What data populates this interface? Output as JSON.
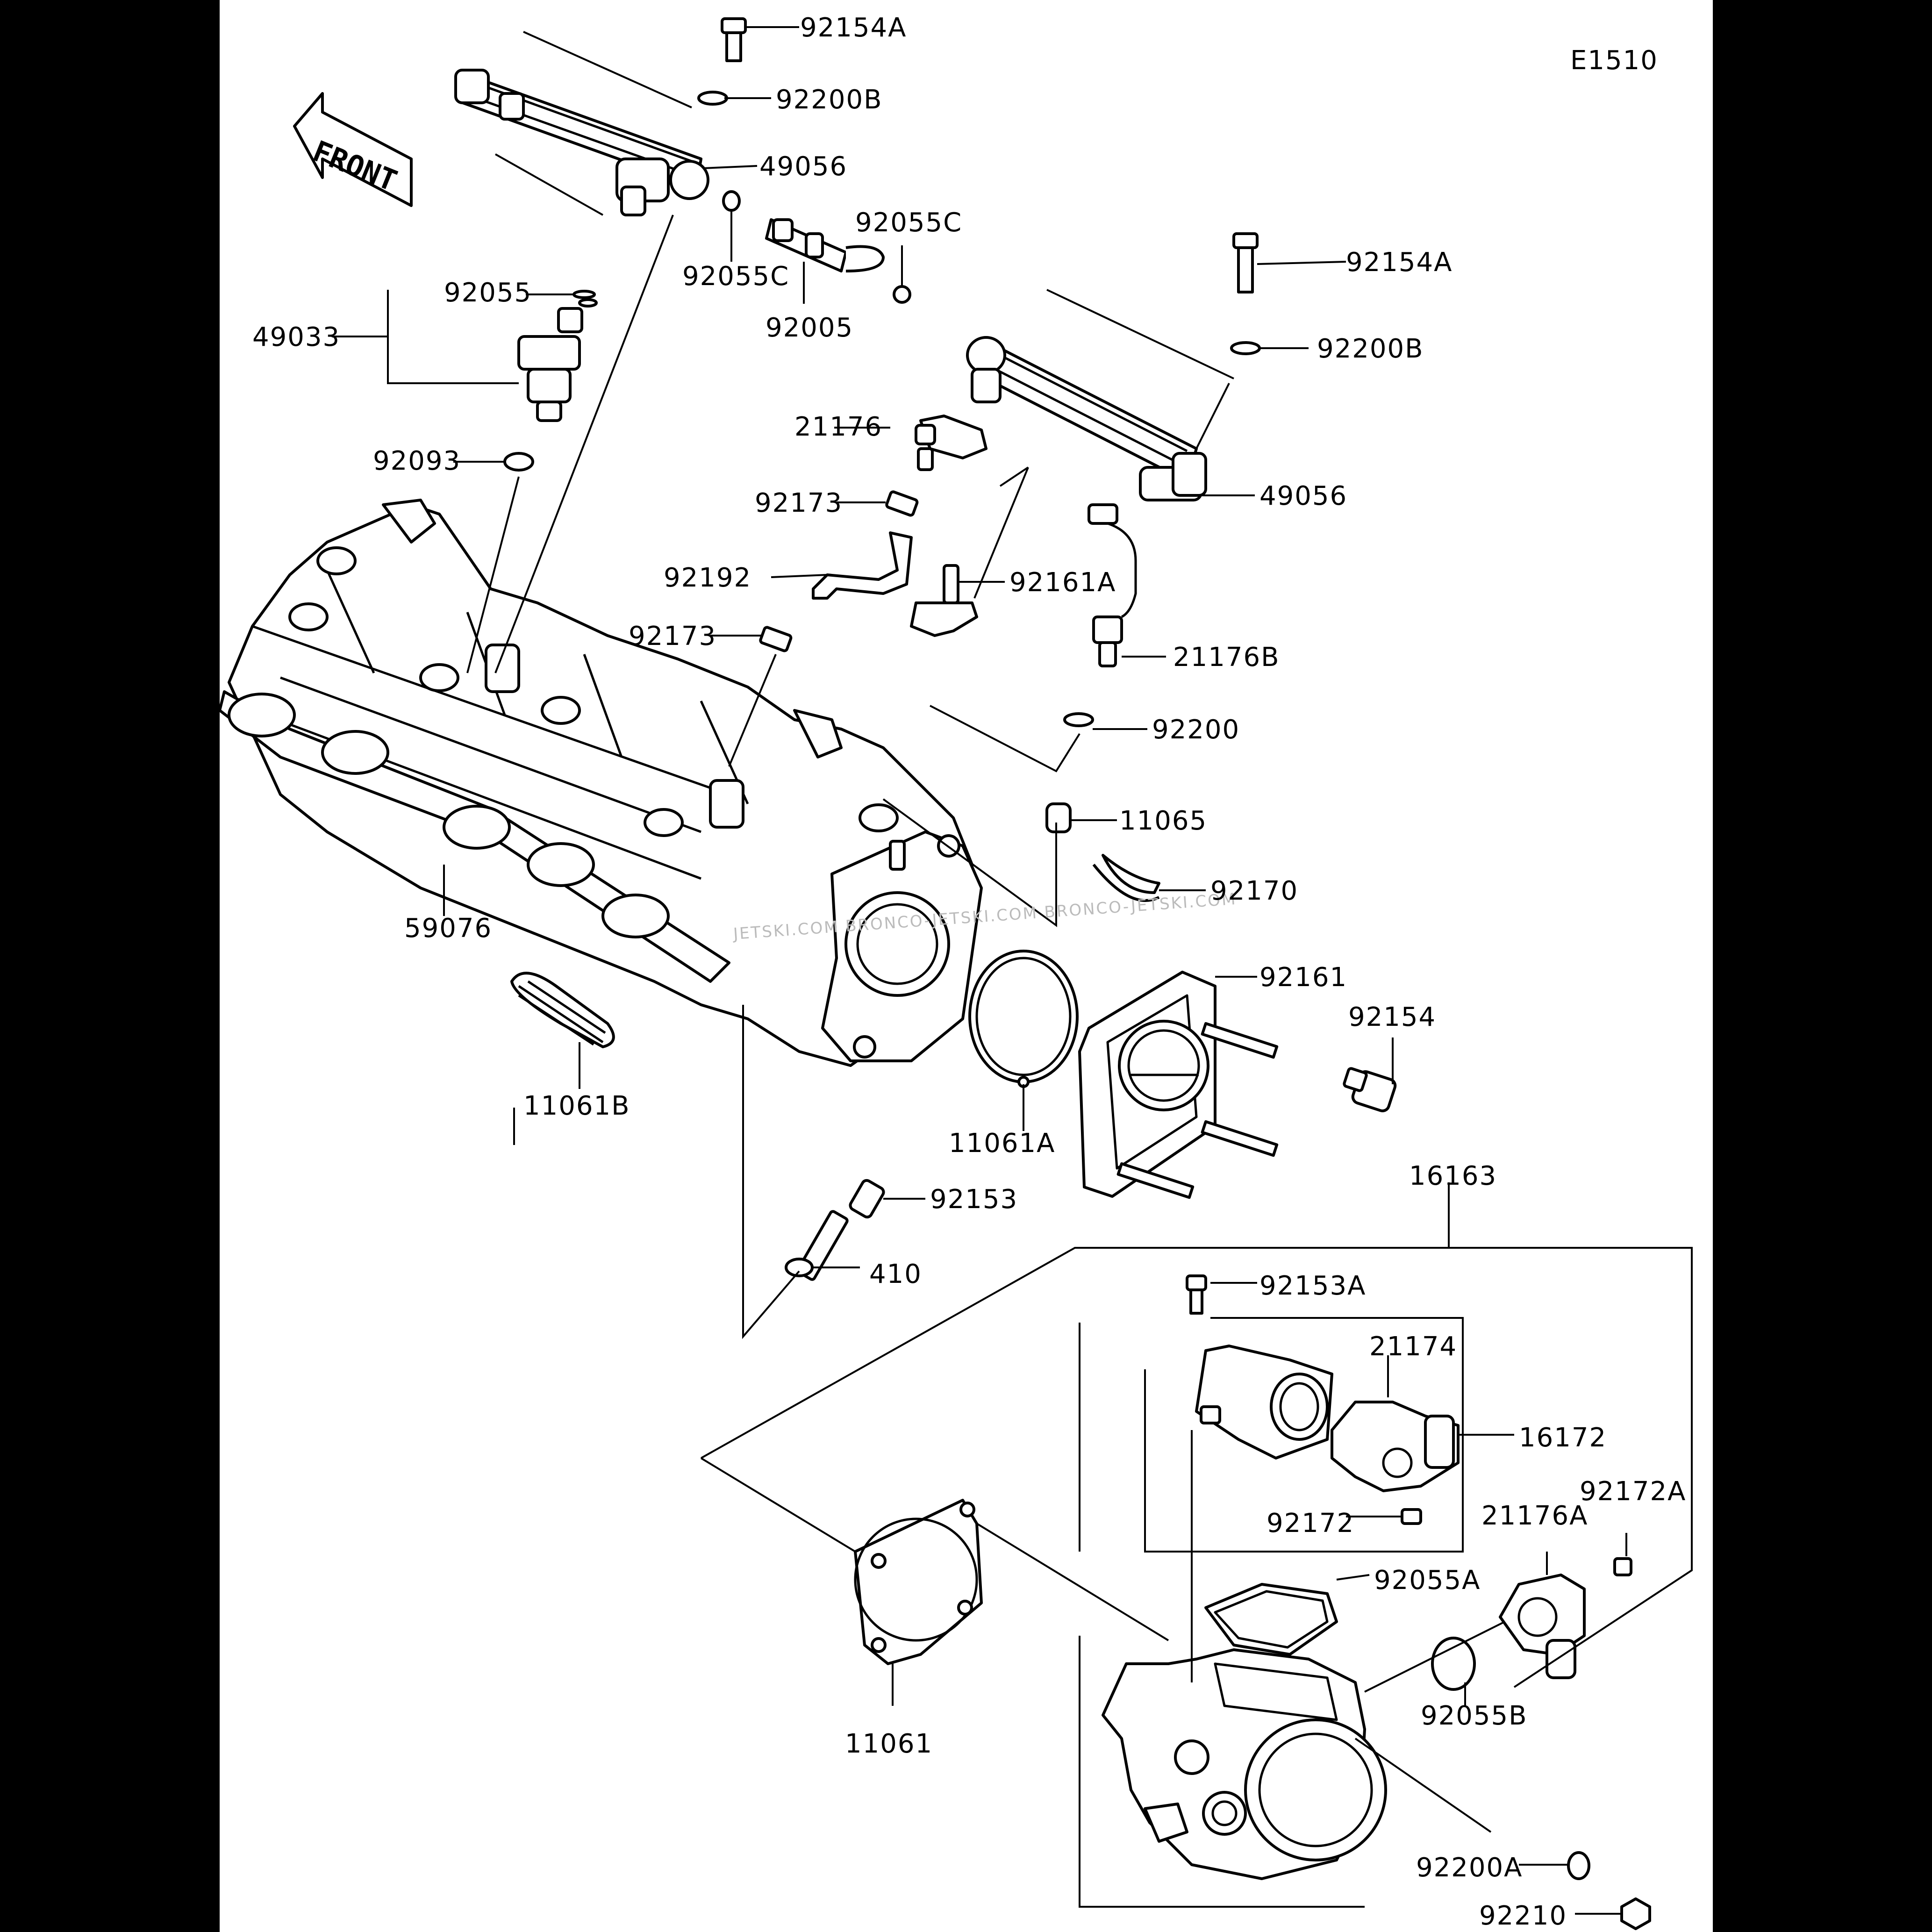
{
  "diagram_code": "E1510",
  "front_arrow_text": "FRONT",
  "watermark": "JETSKI.COM  BRONCO-JETSKI.COM  BRONCO-JETSKI.COM",
  "labels": {
    "p92154A_top": "92154A",
    "p92200B_top": "92200B",
    "p49056_top": "49056",
    "p92055C_right": "92055C",
    "p92055C_left": "92055C",
    "p92005": "92005",
    "p92055": "92055",
    "p49033": "49033",
    "p92093": "92093",
    "p92154A_right": "92154A",
    "p92200B_right": "92200B",
    "p21176": "21176",
    "p49056_right": "49056",
    "p92173_top": "92173",
    "p92192": "92192",
    "p92161A": "92161A",
    "p92173_bottom": "92173",
    "p21176B": "21176B",
    "p92200": "92200",
    "p11065": "11065",
    "p92170": "92170",
    "p59076": "59076",
    "p92161": "92161",
    "p92154": "92154",
    "p11061B": "11061B",
    "p11061A": "11061A",
    "p16163": "16163",
    "p92153": "92153",
    "p410": "410",
    "p92153A": "92153A",
    "p21174": "21174",
    "p16172": "16172",
    "p92172": "92172",
    "p92172A": "92172A",
    "p21176A": "21176A",
    "p92055A": "92055A",
    "p11061": "11061",
    "p92055B": "92055B",
    "p92200A": "92200A",
    "p92210": "92210"
  }
}
